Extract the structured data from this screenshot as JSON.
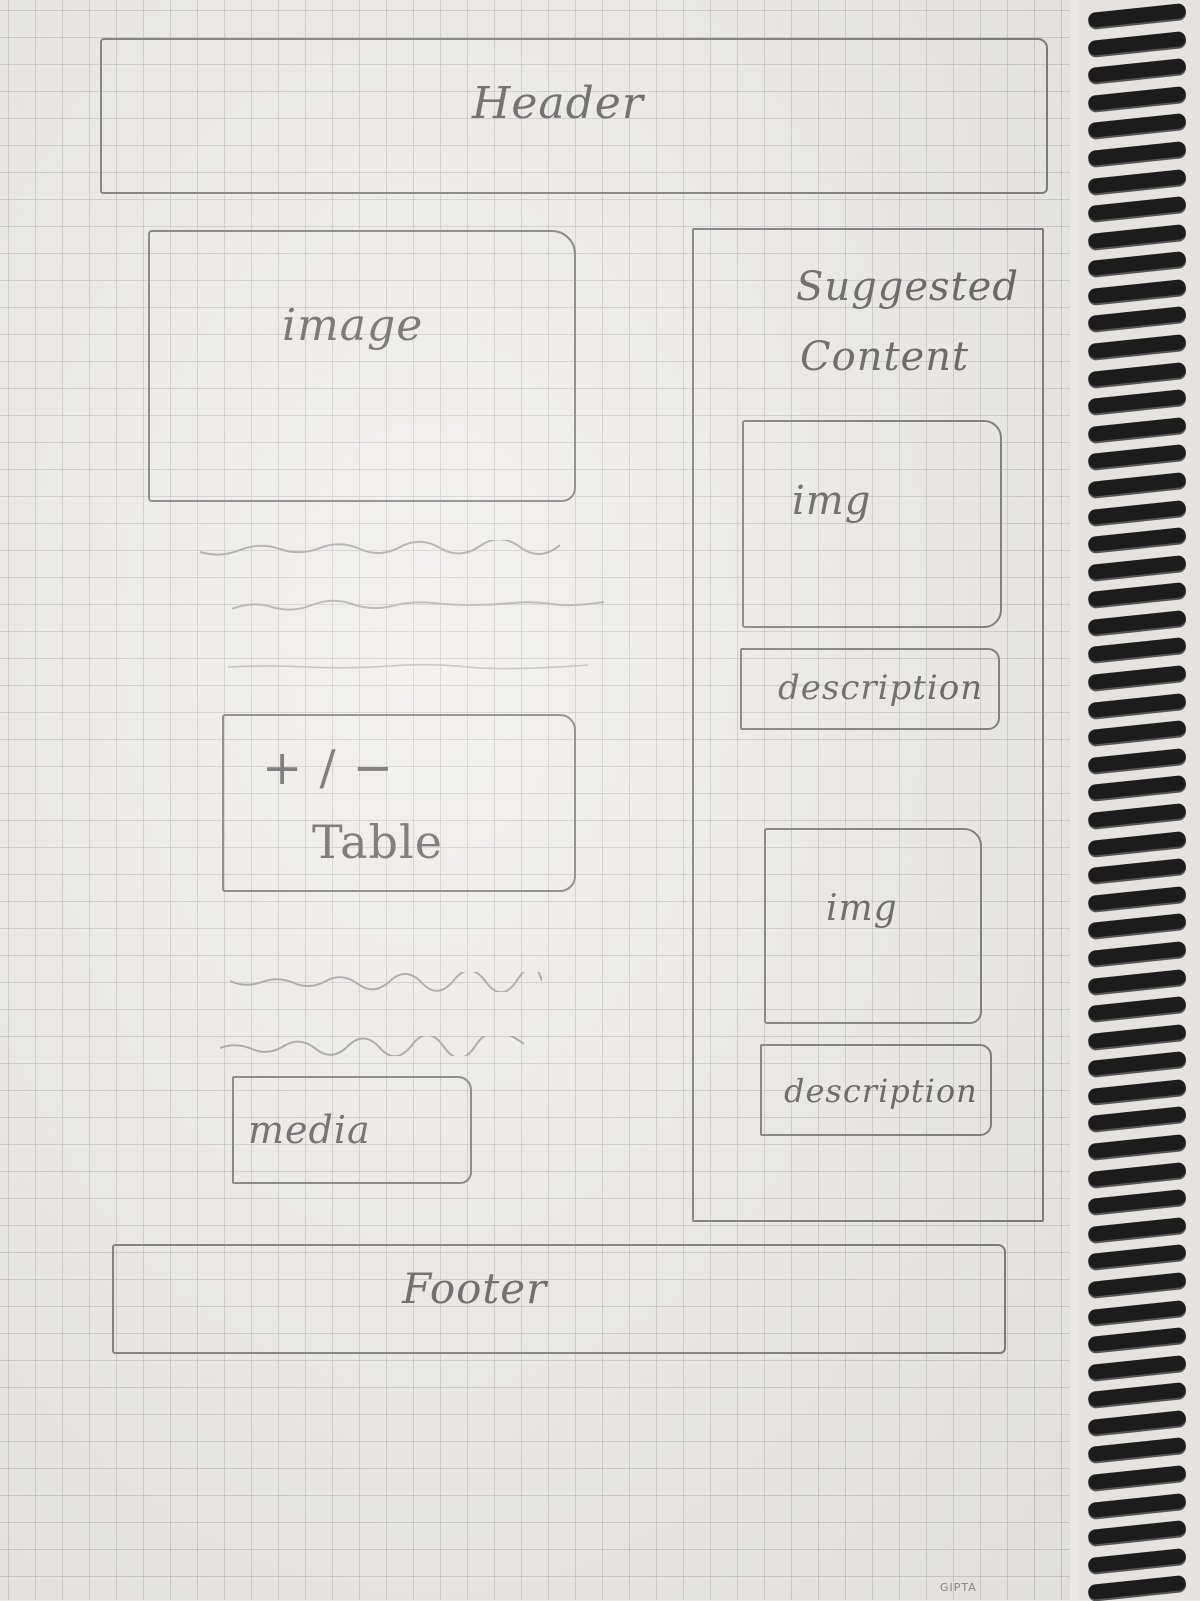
{
  "wireframe": {
    "header_label": "Header",
    "main": {
      "image_label": "image",
      "table_control_label": "+ / −",
      "table_label": "Table",
      "media_label": "media"
    },
    "sidebar": {
      "title_line1": "Suggested",
      "title_line2": "Content",
      "cards": [
        {
          "img_label": "img",
          "description_label": "description"
        },
        {
          "img_label": "img",
          "description_label": "description"
        }
      ]
    },
    "footer_label": "Footer"
  },
  "notebook_brand": "GIPTA",
  "colors": {
    "pencil": "#7a7a7a",
    "paper": "#eeede9",
    "grid": "#969696",
    "binding_ring": "#1c1c1c"
  }
}
